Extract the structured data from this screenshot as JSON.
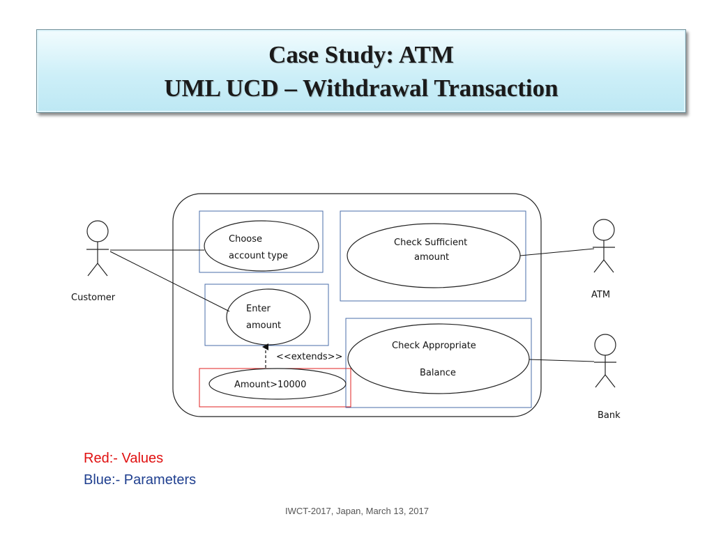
{
  "slide": {
    "title_line1": "Case Study: ATM",
    "title_line2": "UML UCD – Withdrawal Transaction"
  },
  "diagram": {
    "actors": {
      "customer": "Customer",
      "atm": "ATM",
      "bank": "Bank"
    },
    "use_cases": {
      "choose_account": [
        "Choose",
        "account type"
      ],
      "enter_amount": [
        "Enter",
        "amount"
      ],
      "amount_limit": "Amount>10000",
      "check_sufficient": [
        "Check Sufficient",
        "amount"
      ],
      "check_balance": [
        "Check Appropriate",
        "Balance"
      ]
    },
    "extends_label": "<<extends>>"
  },
  "legend": {
    "red": "Red:- Values",
    "blue": "Blue:- Parameters"
  },
  "footer": "IWCT-2017, Japan, March 13, 2017",
  "colors": {
    "value_box": "#e02020",
    "parameter_box": "#4a6ea9"
  }
}
